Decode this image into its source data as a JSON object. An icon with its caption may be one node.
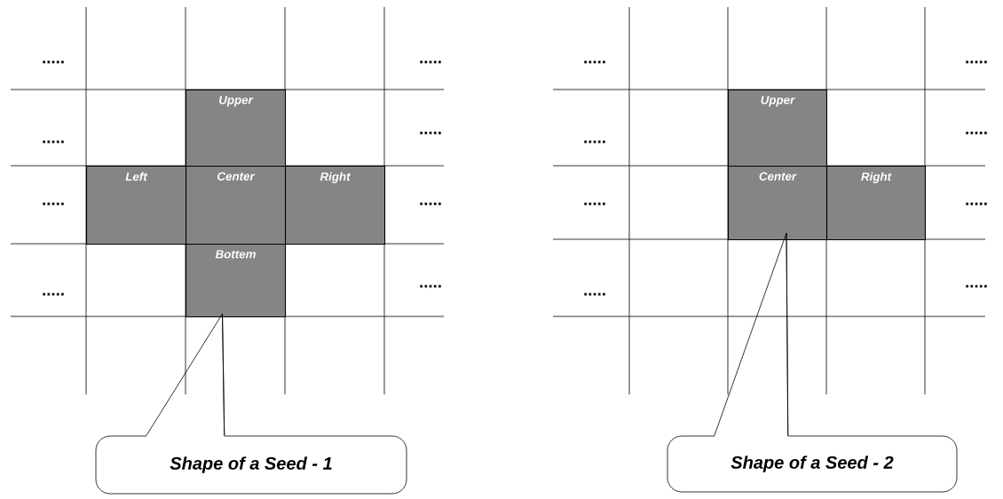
{
  "diagram": {
    "nodes": [
      {
        "text": [
          "Upper"
        ]
      },
      {
        "text": [
          "Left"
        ]
      },
      {
        "text": [
          "Center"
        ]
      },
      {
        "text": [
          "Right"
        ]
      },
      {
        "text": [
          "Bottem"
        ]
      },
      {
        "text": [
          "Shape of a Seed - 1"
        ]
      },
      {
        "text": [
          "Upper"
        ]
      },
      {
        "text": [
          "Center"
        ]
      },
      {
        "text": [
          "Right"
        ]
      },
      {
        "text": [
          "Shape of a Seed - 2"
        ]
      }
    ],
    "edges": [
      {
        "from": 5,
        "to": 4,
        "arrow": "none"
      },
      {
        "from": 9,
        "to": 7,
        "arrow": "none"
      }
    ],
    "labels": [
      ".....",
      ".....",
      ".....",
      ".....",
      ".....",
      ".....",
      ".....",
      ".....",
      ".....",
      ".....",
      ".....",
      ".....",
      ".....",
      ".....",
      ".....",
      "....."
    ]
  }
}
